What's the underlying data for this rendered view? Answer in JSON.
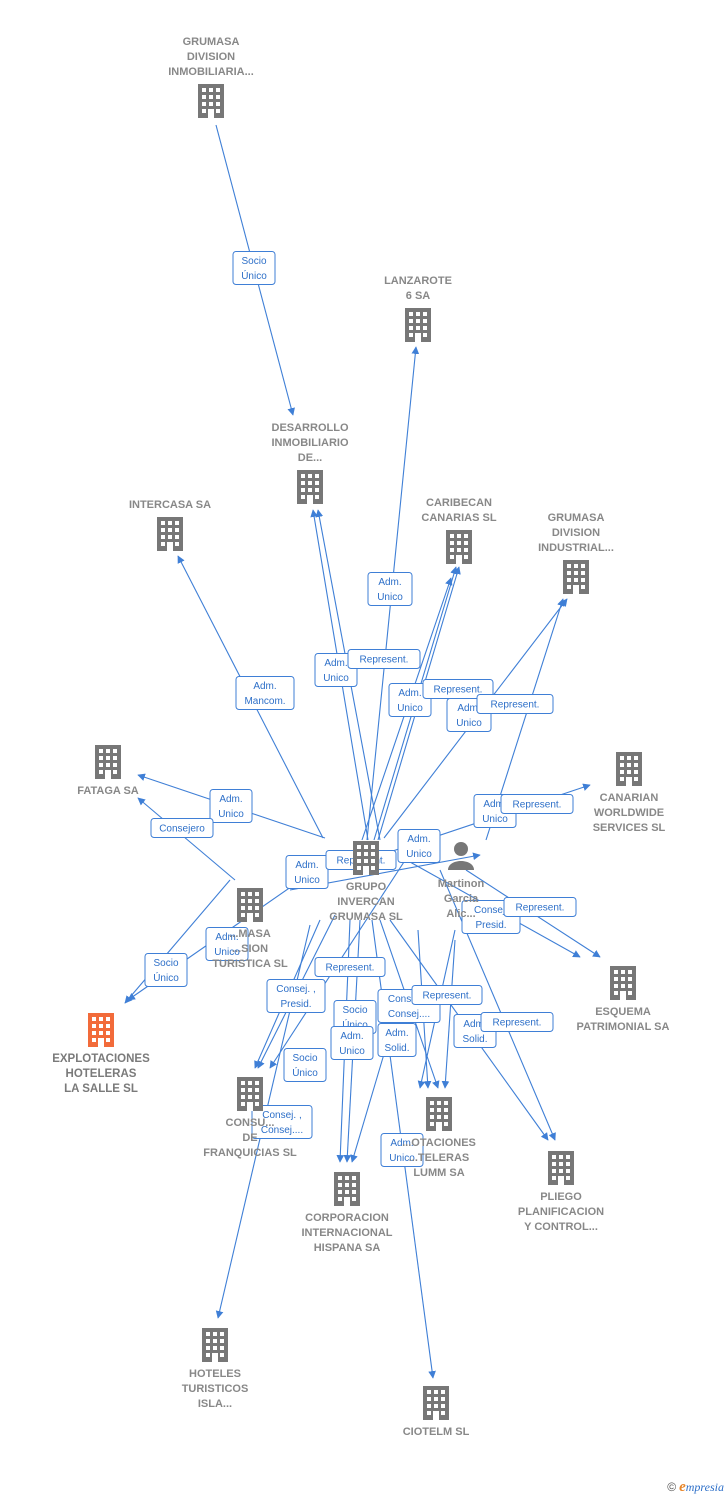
{
  "colors": {
    "edge": "#3f7fd6",
    "building": "#777777",
    "focus_building": "#f26b3a",
    "label": "#888888"
  },
  "nodes": [
    {
      "id": "grumasa_inmob",
      "kind": "company",
      "lines": [
        "GRUMASA",
        "DIVISION",
        "INMOBILIARIA..."
      ]
    },
    {
      "id": "lanzarote",
      "kind": "company",
      "lines": [
        "LANZAROTE",
        "6 SA"
      ]
    },
    {
      "id": "desarrollo",
      "kind": "company",
      "lines": [
        "DESARROLLO",
        "INMOBILIARIO",
        "DE..."
      ]
    },
    {
      "id": "intercasa",
      "kind": "company",
      "lines": [
        "INTERCASA SA"
      ]
    },
    {
      "id": "caribecan",
      "kind": "company",
      "lines": [
        "CARIBECAN",
        "CANARIAS SL"
      ]
    },
    {
      "id": "grumasa_ind",
      "kind": "company",
      "lines": [
        "GRUMASA",
        "DIVISION",
        "INDUSTRIAL..."
      ]
    },
    {
      "id": "fataga",
      "kind": "company",
      "lines": [
        "FATAGA SA"
      ]
    },
    {
      "id": "canarian",
      "kind": "company",
      "lines": [
        "CANARIAN",
        "WORLDWIDE",
        "SERVICES  SL"
      ]
    },
    {
      "id": "grupo",
      "kind": "company",
      "lines": [
        "GRUPO",
        "INVERCAN",
        "GRUMASA  SL"
      ]
    },
    {
      "id": "martinon",
      "kind": "person",
      "lines": [
        "Martinon",
        "Garcia",
        "Alic..."
      ]
    },
    {
      "id": "grumasa_tur",
      "kind": "company",
      "lines": [
        "...MASA",
        "...SION",
        "TURISTICA  SL"
      ]
    },
    {
      "id": "esquema",
      "kind": "company",
      "lines": [
        "ESQUEMA",
        "PATRIMONIAL SA"
      ]
    },
    {
      "id": "explotaciones_salle",
      "kind": "focus",
      "lines": [
        "EXPLOTACIONES",
        "HOTELERAS",
        "LA SALLE  SL"
      ]
    },
    {
      "id": "consultores",
      "kind": "company",
      "lines": [
        "CONSU...",
        "DE",
        "FRANQUICIAS SL"
      ]
    },
    {
      "id": "explotaciones_lumm",
      "kind": "company",
      "lines": [
        "...OTACIONES",
        "...TELERAS",
        "LUMM SA"
      ]
    },
    {
      "id": "pliego",
      "kind": "company",
      "lines": [
        "PLIEGO",
        "PLANIFICACION",
        "Y CONTROL..."
      ]
    },
    {
      "id": "corporacion",
      "kind": "company",
      "lines": [
        "CORPORACION",
        "INTERNACIONAL",
        "HISPANA SA"
      ]
    },
    {
      "id": "hoteles",
      "kind": "company",
      "lines": [
        "HOTELES",
        "TURISTICOS",
        "ISLA..."
      ]
    },
    {
      "id": "ciotelm",
      "kind": "company",
      "lines": [
        "CIOTELM SL"
      ]
    }
  ],
  "edge_labels": [
    {
      "id": "l1",
      "lines": [
        "Socio",
        "Único"
      ]
    },
    {
      "id": "l2",
      "lines": [
        "Adm.",
        "Unico"
      ]
    },
    {
      "id": "l3",
      "lines": [
        "Adm.",
        "Mancom."
      ]
    },
    {
      "id": "l4",
      "lines": [
        "Adm.",
        "Unico"
      ]
    },
    {
      "id": "l5",
      "lines": [
        "Represent."
      ]
    },
    {
      "id": "l6",
      "lines": [
        "Adm.",
        "Unico"
      ]
    },
    {
      "id": "l7",
      "lines": [
        "Represent."
      ]
    },
    {
      "id": "l8",
      "lines": [
        "Adm.",
        "Unico"
      ]
    },
    {
      "id": "l9",
      "lines": [
        "Represent."
      ]
    },
    {
      "id": "l10",
      "lines": [
        "Adm.",
        "Unico"
      ]
    },
    {
      "id": "l11",
      "lines": [
        "Consejero"
      ]
    },
    {
      "id": "l12",
      "lines": [
        "Adm.",
        "Unico"
      ]
    },
    {
      "id": "l13",
      "lines": [
        "Represent."
      ]
    },
    {
      "id": "l14",
      "lines": [
        "Adm.",
        "Unico"
      ]
    },
    {
      "id": "l15",
      "lines": [
        "Adm.",
        "Unico"
      ]
    },
    {
      "id": "l16",
      "lines": [
        "Represent."
      ]
    },
    {
      "id": "l17",
      "lines": [
        "Consej.",
        "Presid."
      ]
    },
    {
      "id": "l18",
      "lines": [
        "Represent."
      ]
    },
    {
      "id": "l19",
      "lines": [
        "Socio",
        "Único"
      ]
    },
    {
      "id": "l20",
      "lines": [
        "Adm.",
        "Unico"
      ]
    },
    {
      "id": "l21",
      "lines": [
        "Represent."
      ]
    },
    {
      "id": "l22",
      "lines": [
        "Consej. ,",
        "Presid."
      ]
    },
    {
      "id": "l23",
      "lines": [
        "Socio",
        "Único"
      ]
    },
    {
      "id": "l24",
      "lines": [
        "Consej....",
        "Consej...."
      ]
    },
    {
      "id": "l25",
      "lines": [
        "Represent."
      ]
    },
    {
      "id": "l26",
      "lines": [
        "Adm.",
        "Unico"
      ]
    },
    {
      "id": "l27",
      "lines": [
        "Adm.",
        "Solid."
      ]
    },
    {
      "id": "l28",
      "lines": [
        "Adm.",
        "Solid."
      ]
    },
    {
      "id": "l29",
      "lines": [
        "Represent."
      ]
    },
    {
      "id": "l30",
      "lines": [
        "Socio",
        "Único"
      ]
    },
    {
      "id": "l31",
      "lines": [
        "Consej. ,",
        "Consej...."
      ]
    },
    {
      "id": "l32",
      "lines": [
        "Adm.",
        "Unico"
      ]
    }
  ],
  "footer": {
    "copyright": "©",
    "brand_initial": "e",
    "brand_rest": "mpresia"
  }
}
